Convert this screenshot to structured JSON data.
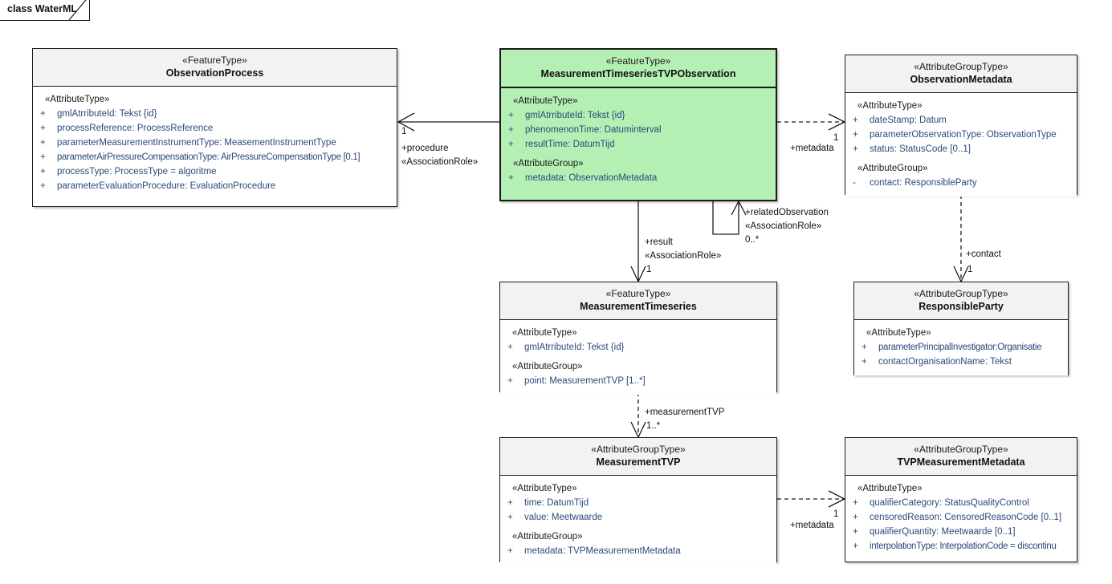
{
  "frame": {
    "label": "class WaterML"
  },
  "classes": [
    {
      "id": "observation-process",
      "stereotype": "«FeatureType»",
      "name": "ObservationProcess",
      "highlight": false,
      "sections": [
        {
          "group": "«AttributeType»",
          "attributes": [
            {
              "vis": "+",
              "text": "gmlAtrributeId: Tekst {id}"
            },
            {
              "vis": "+",
              "text": "processReference: ProcessReference"
            },
            {
              "vis": "+",
              "text": "parameterMeasurementInstrumentType: MeasementInstrumentType"
            },
            {
              "vis": "+",
              "text": "parameterAirPressureCompensationType: AirPressureCompensationType [0.1]"
            },
            {
              "vis": "+",
              "text": "processType: ProcessType = algoritme"
            },
            {
              "vis": "+",
              "text": "parameterEvaluationProcedure: EvaluationProcedure"
            }
          ]
        }
      ]
    },
    {
      "id": "measurement-timeseries-tvp-observation",
      "stereotype": "«FeatureType»",
      "name": "MeasurementTimeseriesTVPObservation",
      "highlight": true,
      "sections": [
        {
          "group": "«AttributeType»",
          "attributes": [
            {
              "vis": "+",
              "text": "gmlAtrributeId: Tekst {id}"
            },
            {
              "vis": "+",
              "text": "phenomenonTime: Datuminterval"
            },
            {
              "vis": "+",
              "text": "resultTime: DatumTijd"
            }
          ]
        },
        {
          "group": "«AttributeGroup»",
          "attributes": [
            {
              "vis": "+",
              "text": "metadata: ObservationMetadata"
            }
          ]
        }
      ]
    },
    {
      "id": "observation-metadata",
      "stereotype": "«AttributeGroupType»",
      "name": "ObservationMetadata",
      "highlight": false,
      "sections": [
        {
          "group": "«AttributeType»",
          "attributes": [
            {
              "vis": "+",
              "text": "dateStamp: Datum"
            },
            {
              "vis": "+",
              "text": "parameterObservationType: ObservationType"
            },
            {
              "vis": "+",
              "text": "status: StatusCode [0..1]"
            }
          ]
        },
        {
          "group": "«AttributeGroup»",
          "attributes": [
            {
              "vis": "-",
              "text": "contact: ResponsibleParty"
            }
          ]
        }
      ]
    },
    {
      "id": "measurement-timeseries",
      "stereotype": "«FeatureType»",
      "name": "MeasurementTimeseries",
      "highlight": false,
      "sections": [
        {
          "group": "«AttributeType»",
          "attributes": [
            {
              "vis": "+",
              "text": "gmlAtrributeId: Tekst {id}"
            }
          ]
        },
        {
          "group": "«AttributeGroup»",
          "attributes": [
            {
              "vis": "+",
              "text": "point: MeasurementTVP [1..*]"
            }
          ]
        }
      ]
    },
    {
      "id": "responsible-party",
      "stereotype": "«AttributeGroupType»",
      "name": "ResponsibleParty",
      "highlight": false,
      "sections": [
        {
          "group": "«AttributeType»",
          "attributes": [
            {
              "vis": "+",
              "text": "parameterPrincipalInvestigator:Organisatie"
            },
            {
              "vis": "+",
              "text": "contactOrganisationName: Tekst"
            }
          ]
        }
      ]
    },
    {
      "id": "measurement-tvp",
      "stereotype": "«AttributeGroupType»",
      "name": "MeasurementTVP",
      "highlight": false,
      "sections": [
        {
          "group": "«AttributeType»",
          "attributes": [
            {
              "vis": "+",
              "text": "time: DatumTijd"
            },
            {
              "vis": "+",
              "text": "value: Meetwaarde"
            }
          ]
        },
        {
          "group": "«AttributeGroup»",
          "attributes": [
            {
              "vis": "+",
              "text": "metadata: TVPMeasurementMetadata"
            }
          ]
        }
      ]
    },
    {
      "id": "tvp-measurement-metadata",
      "stereotype": "«AttributeGroupType»",
      "name": "TVPMeasurementMetadata",
      "highlight": false,
      "sections": [
        {
          "group": "«AttributeType»",
          "attributes": [
            {
              "vis": "+",
              "text": "qualifierCategory: StatusQualityControl"
            },
            {
              "vis": "+",
              "text": "censoredReason: CensoredReasonCode [0..1]"
            },
            {
              "vis": "+",
              "text": "qualifierQuantity: Meetwaarde [0..1]"
            },
            {
              "vis": "+",
              "text": "interpolationType: InterpolationCode = discontinu"
            }
          ]
        }
      ]
    }
  ],
  "connectors": {
    "procedure": {
      "role": "+procedure",
      "stereotype": "«AssociationRole»",
      "multiplicity": "1"
    },
    "observation_metadata": {
      "role": "+metadata",
      "multiplicity": "1"
    },
    "related_observation": {
      "role": "+relatedObservation",
      "stereotype": "«AssociationRole»",
      "multiplicity": "0..*"
    },
    "result": {
      "role": "+result",
      "stereotype": "«AssociationRole»",
      "multiplicity": "1"
    },
    "contact": {
      "role": "+contact",
      "multiplicity": "1"
    },
    "measurement_tvp": {
      "role": "+measurementTVP",
      "multiplicity": "1..*"
    },
    "tvp_metadata": {
      "role": "+metadata",
      "multiplicity": "1"
    }
  },
  "colors": {
    "highlight_fill": "#b4f0b4",
    "header_fill": "#f2f2f2",
    "attribute_text": "#2b4a7a",
    "line": "#1a1a1a"
  }
}
